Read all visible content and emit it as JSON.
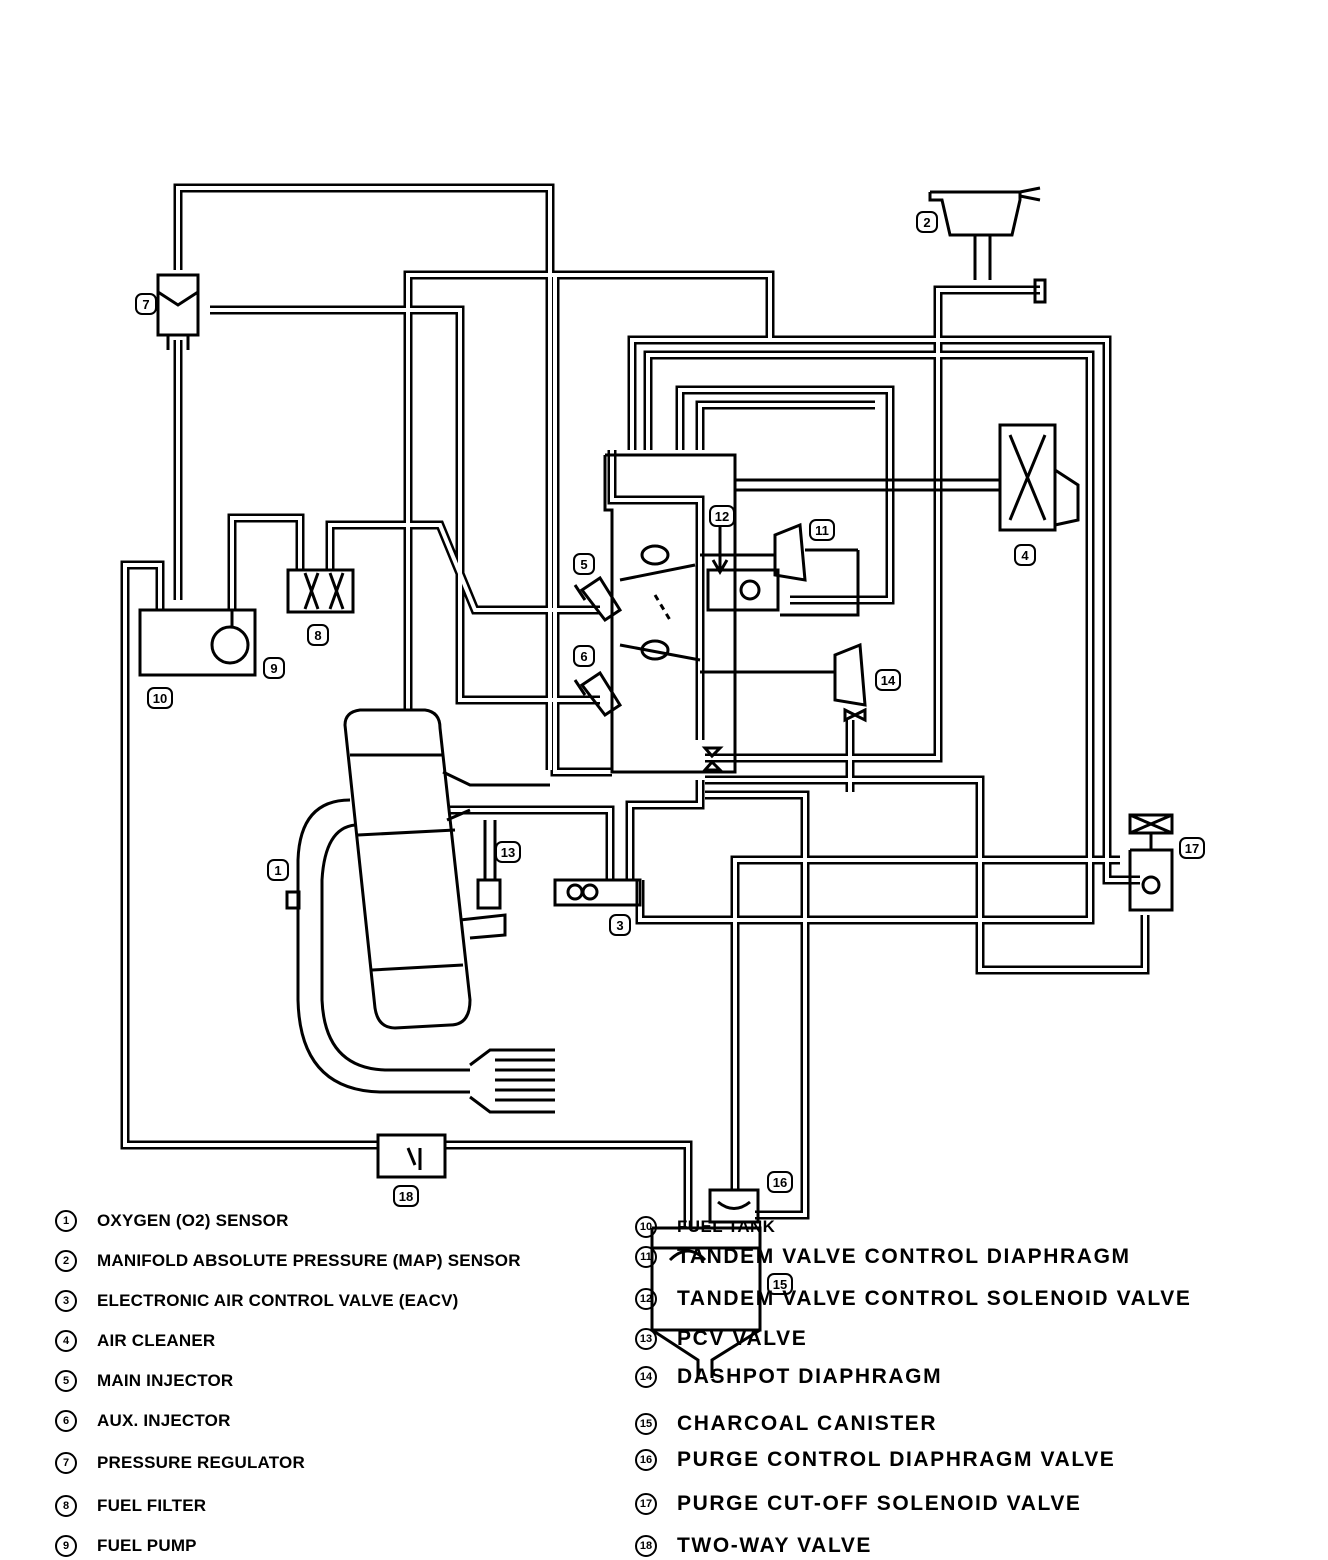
{
  "callouts": {
    "c1": "1",
    "c2": "2",
    "c3": "3",
    "c4": "4",
    "c5": "5",
    "c6": "6",
    "c7": "7",
    "c8": "8",
    "c9": "9",
    "c10": "10",
    "c11": "11",
    "c12": "12",
    "c13": "13",
    "c14": "14",
    "c15": "15",
    "c16": "16",
    "c17": "17",
    "c18": "18"
  },
  "legend": {
    "left": [
      {
        "num": "1",
        "label": "OXYGEN (O2) SENSOR"
      },
      {
        "num": "2",
        "label": "MANIFOLD ABSOLUTE PRESSURE (MAP) SENSOR"
      },
      {
        "num": "3",
        "label": "ELECTRONIC AIR CONTROL VALVE (EACV)"
      },
      {
        "num": "4",
        "label": "AIR CLEANER"
      },
      {
        "num": "5",
        "label": "MAIN INJECTOR"
      },
      {
        "num": "6",
        "label": "AUX. INJECTOR"
      },
      {
        "num": "7",
        "label": "PRESSURE REGULATOR"
      },
      {
        "num": "8",
        "label": "FUEL FILTER"
      },
      {
        "num": "9",
        "label": "FUEL PUMP"
      }
    ],
    "right": [
      {
        "num": "10",
        "label": "FUEL TANK"
      },
      {
        "num": "11",
        "label": "TANDEM VALVE CONTROL DIAPHRAGM"
      },
      {
        "num": "12",
        "label": "TANDEM VALVE CONTROL SOLENOID VALVE"
      },
      {
        "num": "13",
        "label": "PCV VALVE"
      },
      {
        "num": "14",
        "label": "DASHPOT DIAPHRAGM"
      },
      {
        "num": "15",
        "label": "CHARCOAL CANISTER"
      },
      {
        "num": "16",
        "label": "PURGE CONTROL DIAPHRAGM VALVE"
      },
      {
        "num": "17",
        "label": "PURGE CUT-OFF SOLENOID VALVE"
      },
      {
        "num": "18",
        "label": "TWO-WAY VALVE"
      }
    ]
  }
}
